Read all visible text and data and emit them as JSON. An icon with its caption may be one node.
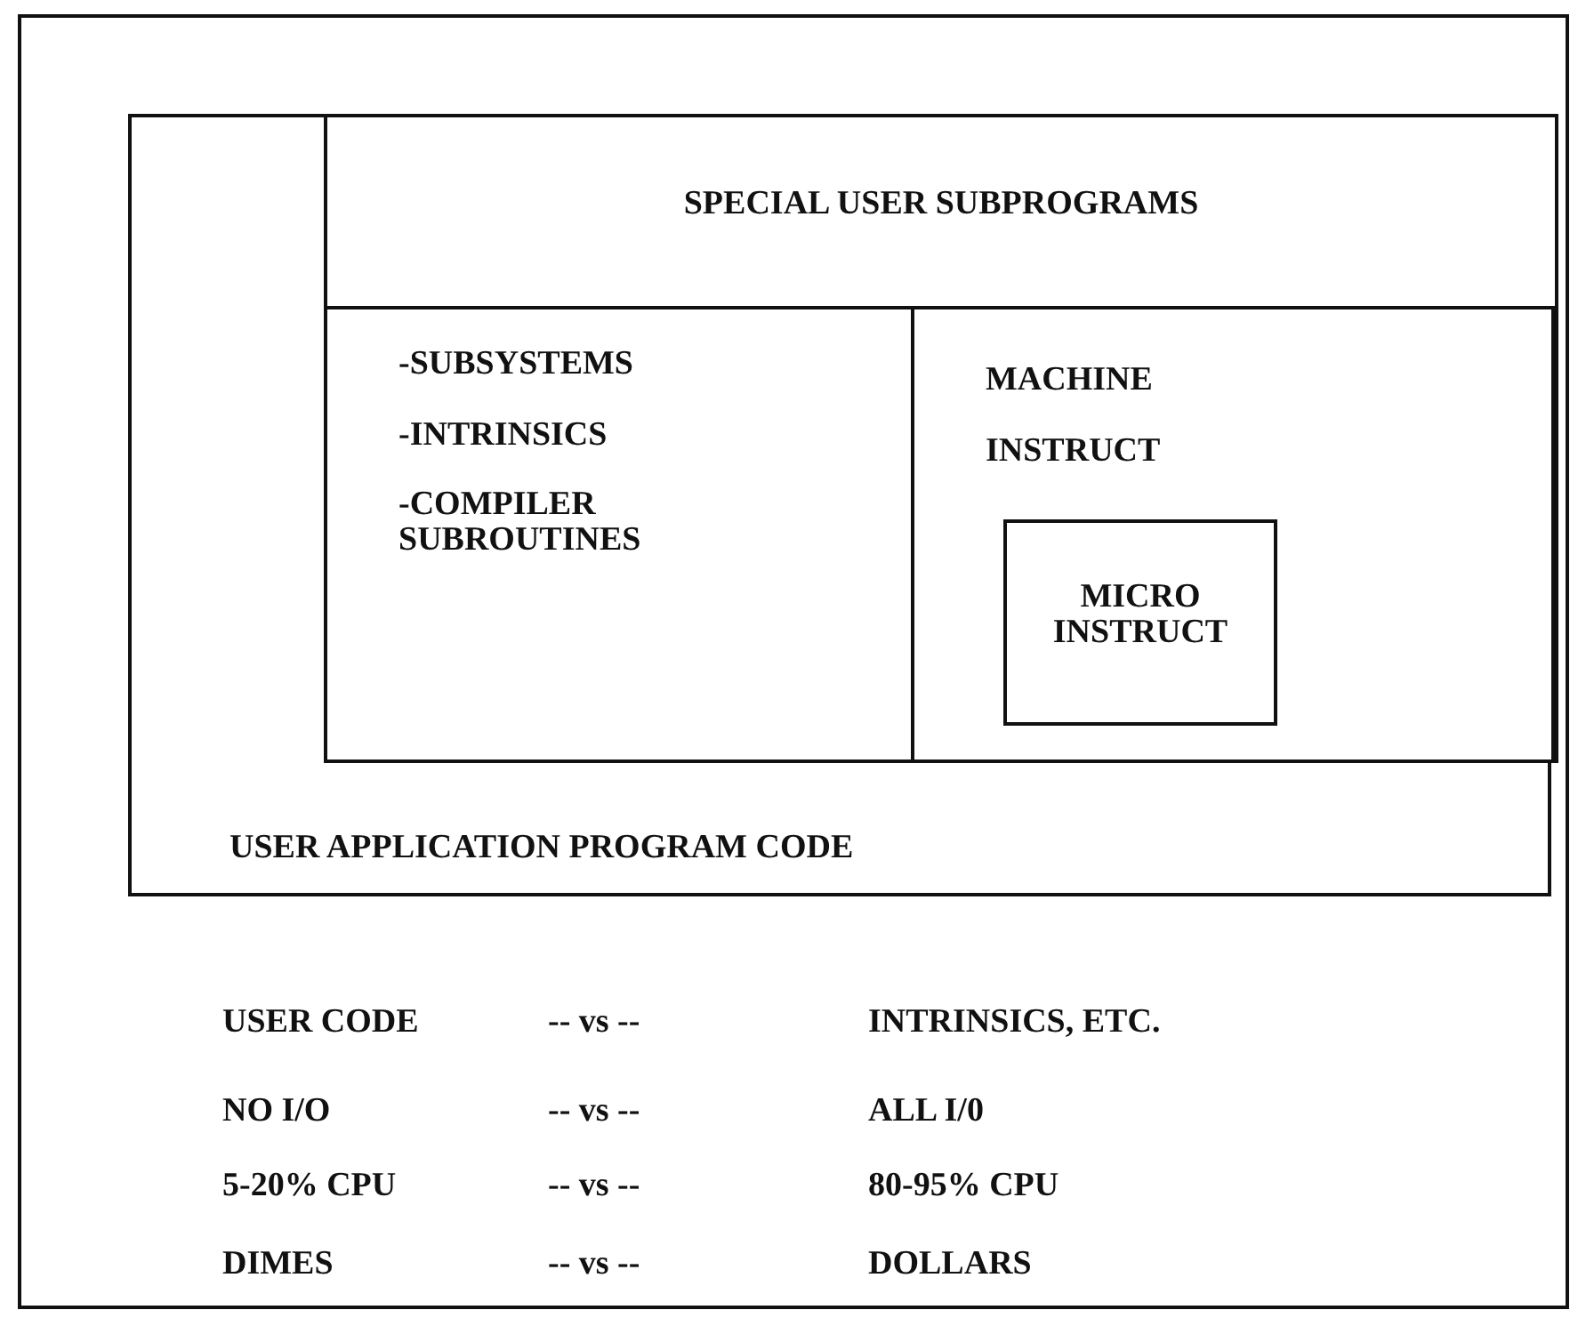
{
  "diagram": {
    "nodes": [
      {
        "text": [
          "USER APPLICATION PROGRAM CODE"
        ]
      },
      {
        "text": [
          "SPECIAL USER SUBPROGRAMS"
        ],
        "in": 0
      },
      {
        "text": [
          "-SUBSYSTEMS",
          "-INTRINSICS",
          "-COMPILER SUBROUTINES"
        ],
        "in": 1
      },
      {
        "text": [
          "MACHINE INSTRUCT"
        ],
        "in": 1
      },
      {
        "text": [
          "MICRO INSTRUCT"
        ],
        "in": 3
      }
    ],
    "edges": [],
    "labels": [
      "USER CODE",
      "-- vs --",
      "INTRINSICS, ETC.",
      "NO I/O",
      "-- vs --",
      "ALL I/0",
      "5-20% CPU",
      "-- vs --",
      "80-95% CPU",
      "DIMES",
      "-- vs --",
      "DOLLARS"
    ]
  }
}
